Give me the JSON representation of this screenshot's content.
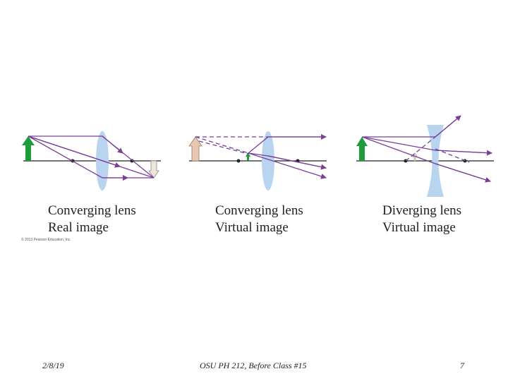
{
  "captions": [
    {
      "line1": "Converging lens",
      "line2": "Real image"
    },
    {
      "line1": "Converging lens",
      "line2": "Virtual image"
    },
    {
      "line1": "Diverging lens",
      "line2": "Virtual image"
    }
  ],
  "copyright": "© 2013 Pearson Education, Inc.",
  "footer": {
    "date": "2/8/19",
    "course": "OSU PH 212, Before Class #15",
    "page": "7"
  },
  "colors": {
    "ray": "#7b3f98",
    "lens": "#b9d4ee",
    "object_arrow": "#1e9b3a",
    "image_arrow_real": "#efe6da",
    "image_arrow_virtual": "#e8c7b2",
    "axis": "#222222"
  }
}
